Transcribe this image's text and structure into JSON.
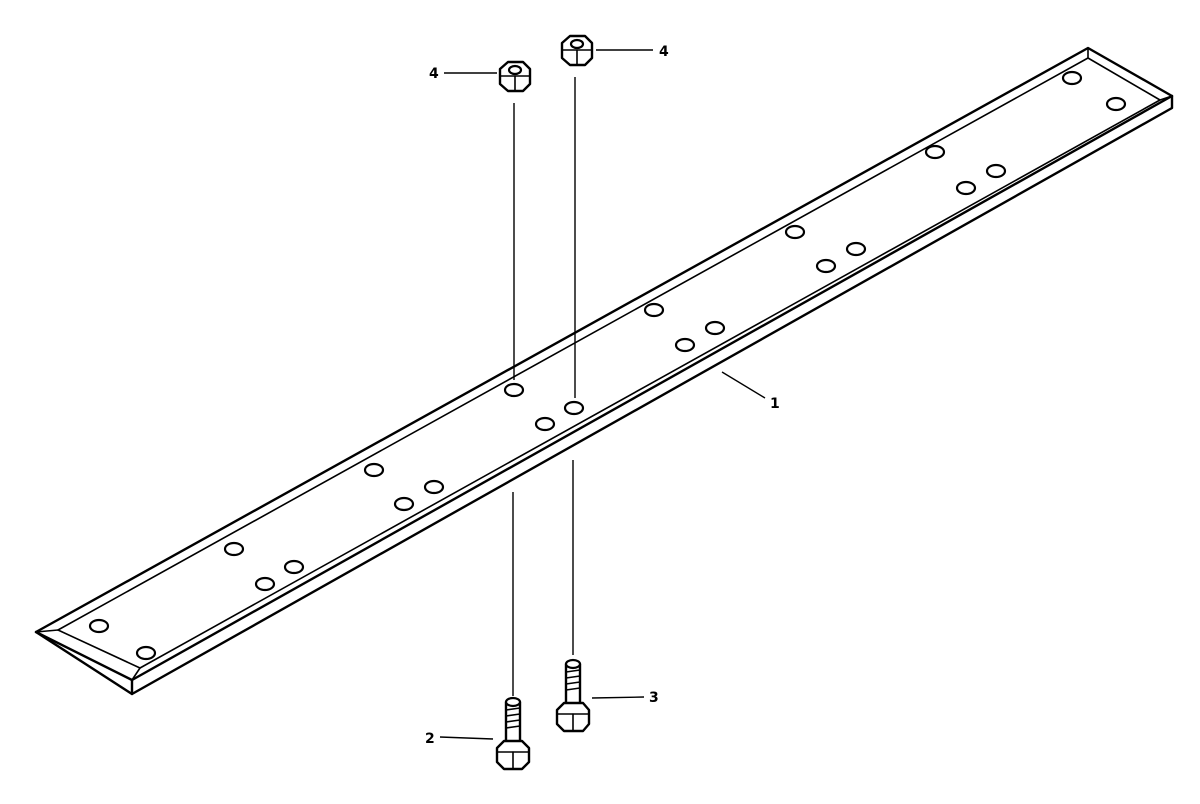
{
  "callouts": {
    "item1": "1",
    "item2": "2",
    "item3": "3",
    "item4_left": "4",
    "item4_right": "4"
  },
  "parts": [
    {
      "id": "1",
      "name": "cutting-edge-bar"
    },
    {
      "id": "2",
      "name": "hex-bolt-left"
    },
    {
      "id": "3",
      "name": "hex-bolt-right"
    },
    {
      "id": "4",
      "name": "hex-nut"
    }
  ],
  "colors": {
    "line": "#000000",
    "background": "#ffffff"
  }
}
